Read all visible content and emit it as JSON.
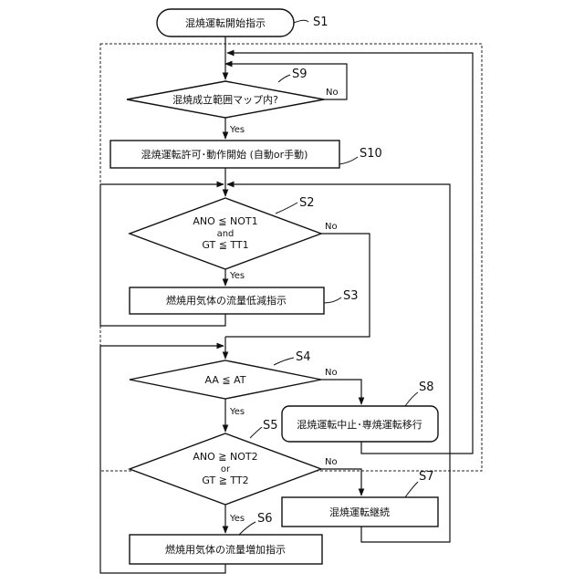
{
  "steps": {
    "s1": {
      "id": "S1",
      "text": "混焼運転開始指示"
    },
    "s9": {
      "id": "S9",
      "text": "混焼成立範囲マップ内?"
    },
    "s10": {
      "id": "S10",
      "text": "混焼運転許可･動作開始 (自動or手動)"
    },
    "s2": {
      "id": "S2",
      "line1": "ANO ≦ NOT1",
      "line2": "and",
      "line3": "GT ≦ TT1"
    },
    "s3": {
      "id": "S3",
      "text": "燃焼用気体の流量低減指示"
    },
    "s4": {
      "id": "S4",
      "text": "AA ≦ AT"
    },
    "s8": {
      "id": "S8",
      "text": "混焼運転中止･専焼運転移行"
    },
    "s5": {
      "id": "S5",
      "line1": "ANO ≧ NOT2",
      "line2": "or",
      "line3": "GT ≧ TT2"
    },
    "s7": {
      "id": "S7",
      "text": "混焼運転継続"
    },
    "s6": {
      "id": "S6",
      "text": "燃焼用気体の流量増加指示"
    }
  },
  "branches": {
    "s9_no": "No",
    "s9_yes": "Yes",
    "s2_no": "No",
    "s2_yes": "Yes",
    "s4_no": "No",
    "s4_yes": "Yes",
    "s5_no": "No",
    "s5_yes": "Yes"
  }
}
